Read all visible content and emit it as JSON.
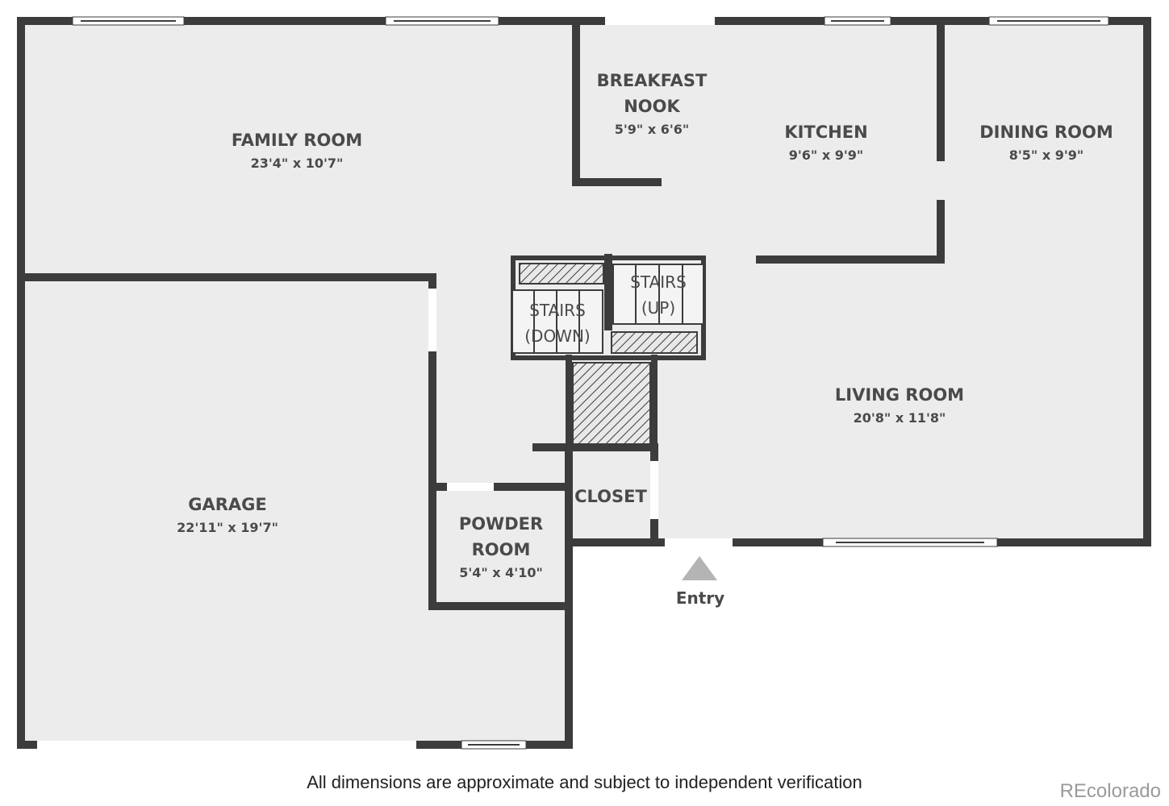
{
  "rooms": {
    "family_room": {
      "name": "FAMILY ROOM",
      "dims": "23'4\" x 10'7\""
    },
    "breakfast_nook": {
      "name_line1": "BREAKFAST",
      "name_line2": "NOOK",
      "dims": "5'9\" x 6'6\""
    },
    "kitchen": {
      "name": "KITCHEN",
      "dims": "9'6\" x 9'9\""
    },
    "dining_room": {
      "name": "DINING ROOM",
      "dims": "8'5\" x 9'9\""
    },
    "living_room": {
      "name": "LIVING ROOM",
      "dims": "20'8\" x 11'8\""
    },
    "garage": {
      "name": "GARAGE",
      "dims": "22'11\" x 19'7\""
    },
    "powder_room": {
      "name_line1": "POWDER",
      "name_line2": "ROOM",
      "dims": "5'4\" x 4'10\""
    },
    "closet": {
      "name": "CLOSET"
    }
  },
  "stairs": {
    "up": {
      "line1": "STAIRS",
      "line2": "(UP)"
    },
    "down": {
      "line1": "STAIRS",
      "line2": "(DOWN)"
    }
  },
  "entry": {
    "label": "Entry"
  },
  "footer": {
    "disclaimer": "All dimensions are approximate and subject to independent verification",
    "watermark": "REcolorado"
  },
  "colors": {
    "wall": "#3c3c3c",
    "floor": "#ececec",
    "text": "#4a4a4a",
    "entry_arrow": "#b4b4b4"
  }
}
